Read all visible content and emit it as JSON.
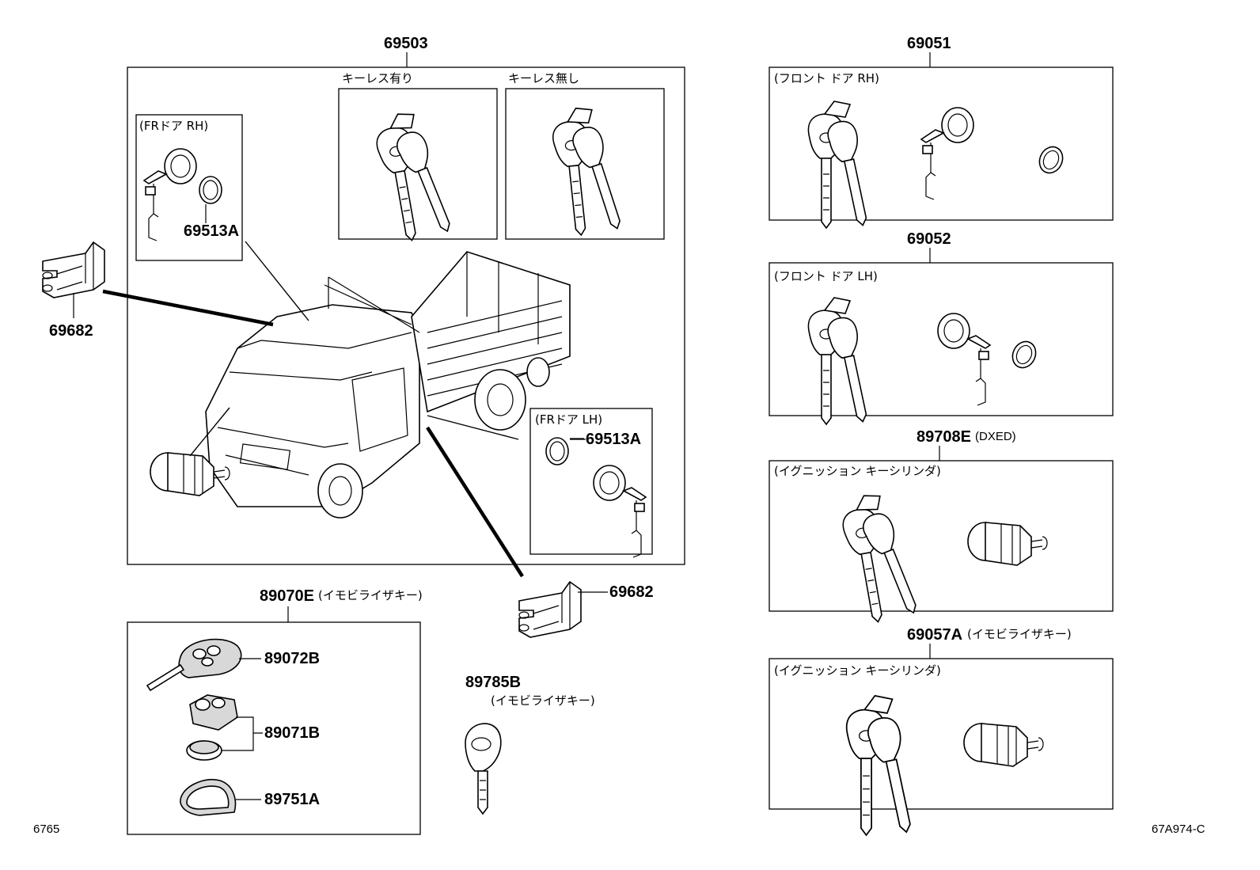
{
  "labels": {
    "p69503": "69503",
    "keyless_yes": "キーレス有り",
    "keyless_no": "キーレス無し",
    "fr_door_rh": "(FRドア RH)",
    "fr_door_lh": "(FRドア LH)",
    "p69513a_rh": "69513A",
    "p69513a_lh": "69513A",
    "p69682_left": "69682",
    "p69682_right": "69682",
    "p69051": "69051",
    "front_door_rh": "(フロント ドア RH)",
    "p69052": "69052",
    "front_door_lh": "(フロント ドア LH)",
    "p89708e": "89708E",
    "dxed": "(DXED)",
    "ignition_1": "(イグニッション キーシリンダ)",
    "p69057a": "69057A",
    "immobilizer_1": "(イモビライザキー)",
    "ignition_2": "(イグニッション キーシリンダ)",
    "p89070e": "89070E",
    "immobilizer_2": "(イモビライザキー)",
    "p89072b": "89072B",
    "p89071b": "89071B",
    "p89751a": "89751A",
    "p89785b": "89785B",
    "immobilizer_3": "(イモビライザキー)",
    "footer_left": "6765",
    "footer_right": "67A974-C"
  }
}
